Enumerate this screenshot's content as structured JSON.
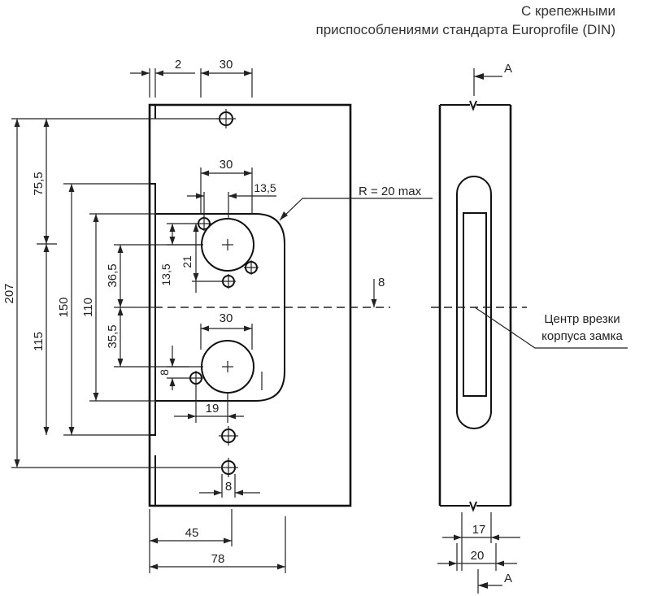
{
  "caption": {
    "line1": "С крепежными",
    "line2": "приспособлениями стандарта Europrofile (DIN)"
  },
  "dimensions": {
    "d2": "2",
    "d30_top": "30",
    "d30_a": "30",
    "d13_5_top": "13,5",
    "r20": "R = 20 max",
    "d75_5": "75,5",
    "d207": "207",
    "d150": "150",
    "d110": "110",
    "d115": "115",
    "d36_5": "36,5",
    "d35_5": "35,5",
    "d13_5_left": "13,5",
    "d21": "21",
    "d8_right": "8",
    "d30_b": "30",
    "d8_left": "8",
    "d19": "19",
    "d8_bottom": "8",
    "d45": "45",
    "d78": "78",
    "d17": "17",
    "d20": "20"
  },
  "section": {
    "label_top": "A",
    "label_bottom": "A"
  },
  "annotation": {
    "line1": "Центр врезки",
    "line2": "корпуса замка"
  }
}
